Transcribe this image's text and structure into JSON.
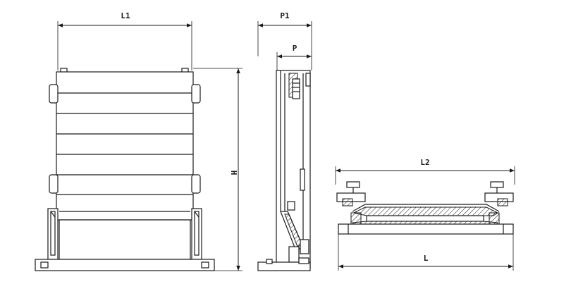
{
  "dimensions": {
    "l1": "L1",
    "h": "H",
    "p1": "P1",
    "p": "P",
    "l2": "L2",
    "l": "L"
  },
  "colors": {
    "line": "#1a1a1a",
    "background": "#ffffff"
  }
}
